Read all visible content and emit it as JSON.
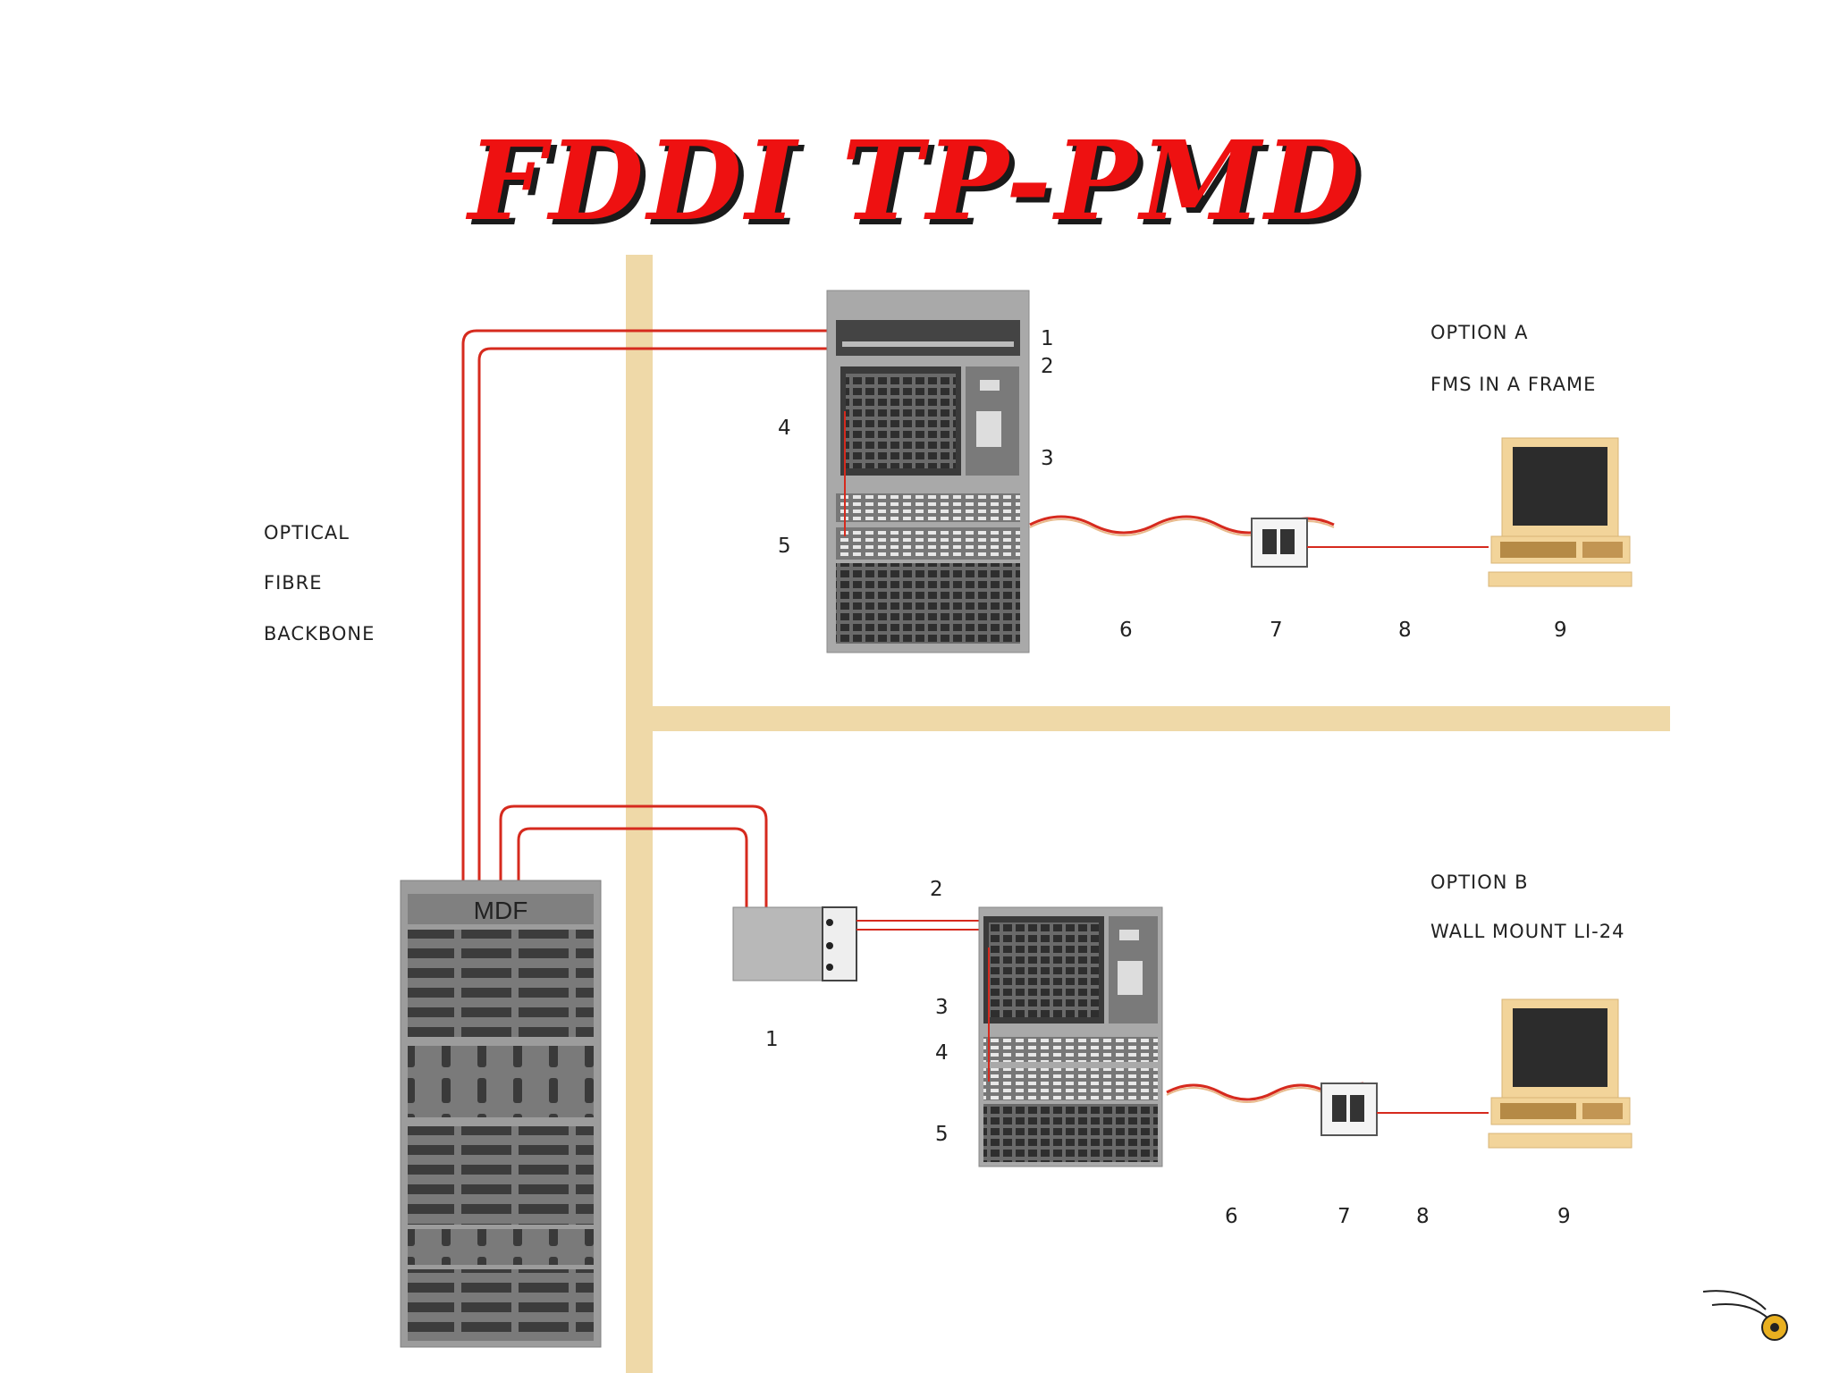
{
  "title": "FDDI TP-PMD",
  "option_a": {
    "line1": "OPTION A",
    "line2": "FMS IN A FRAME",
    "numbers": [
      "1",
      "2",
      "3",
      "4",
      "5",
      "6",
      "7",
      "8",
      "9"
    ]
  },
  "option_b": {
    "line1": "OPTION B",
    "line2": "WALL MOUNT LI-24",
    "numbers": [
      "1",
      "2",
      "3",
      "4",
      "5",
      "6",
      "7",
      "8",
      "9"
    ]
  },
  "backbone": {
    "line1": "OPTICAL",
    "line2": "FIBRE",
    "line3": "BACKBONE"
  },
  "mdf_label": "MDF",
  "colors": {
    "title": "#ee1111",
    "shadow": "#1a1a1a",
    "cable": "#d62a1e",
    "riser": "#efd9a8",
    "rack": "#a9a9a9",
    "rack_dark": "#4a4a4a",
    "pc_beige": "#f2d49a"
  },
  "icons": [
    "logo-icon"
  ]
}
